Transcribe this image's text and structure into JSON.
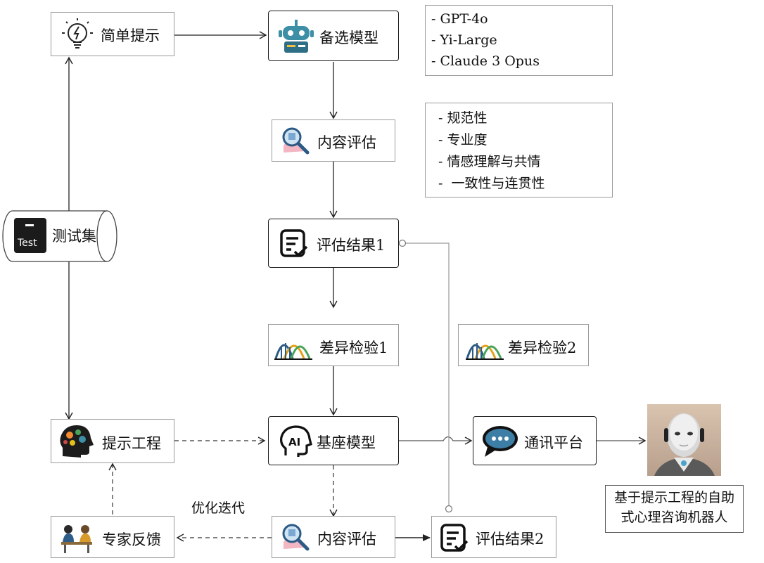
{
  "nodes": {
    "simple_prompt": "简单提示",
    "candidate_models": "备选模型",
    "content_eval_top": "内容评估",
    "eval_result_1": "评估结果1",
    "diff_test_1": "差异检验1",
    "diff_test_2": "差异检验2",
    "test_set": "测试集",
    "test_set_icon_text": "Test",
    "prompt_engineering": "提示工程",
    "base_model": "基座模型",
    "base_model_icon_text": "AI",
    "comm_platform": "通讯平台",
    "expert_feedback": "专家反馈",
    "content_eval_bottom": "内容评估",
    "eval_result_2": "评估结果2"
  },
  "models_list": [
    "GPT-4o",
    "Yi-Large",
    "Claude 3 Opus"
  ],
  "criteria_list": [
    "规范性",
    "专业度",
    "情感理解与共情",
    "一致性与连贯性"
  ],
  "edge_labels": {
    "optimize_iterate": "优化迭代"
  },
  "robot_caption": {
    "line1": "基于提示工程的自助",
    "line2": "式心理咨询机器人"
  },
  "colors": {
    "accent_teal": "#3d8fa6",
    "accent_gold": "#e3a21a",
    "accent_green": "#49a35a",
    "line_gray": "#9a9a9a"
  }
}
